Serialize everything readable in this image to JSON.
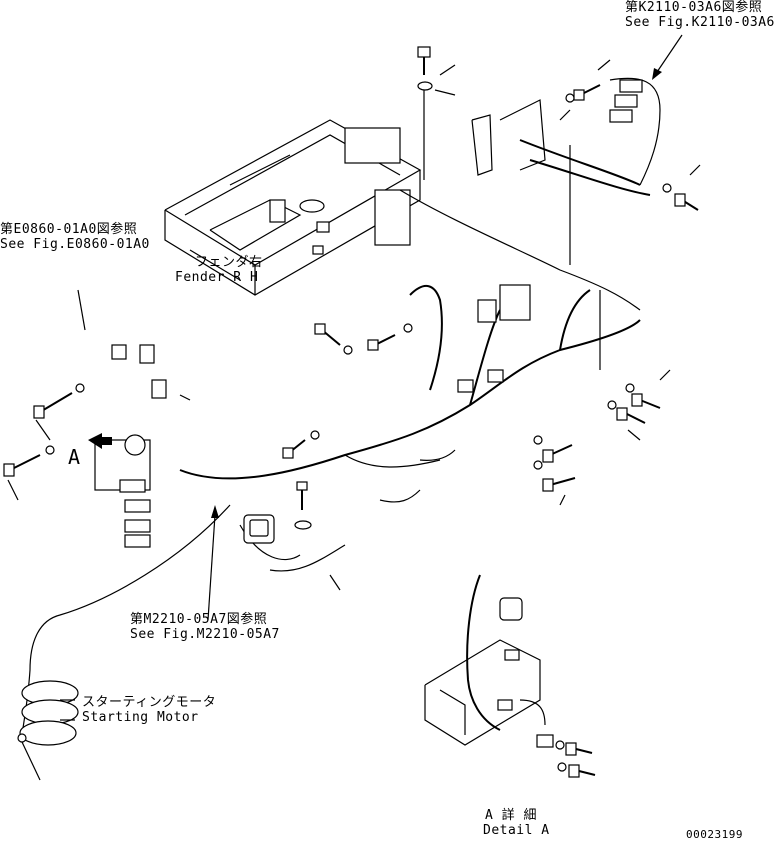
{
  "references": {
    "k2110": {
      "jp": "第K2110-03A6図参照",
      "en": "See Fig.K2110-03A6"
    },
    "e0860": {
      "jp": "第E0860-01A0図参照",
      "en": "See Fig.E0860-01A0"
    },
    "m2210": {
      "jp": "第M2210-05A7図参照",
      "en": "See Fig.M2210-05A7"
    }
  },
  "labels": {
    "fender": {
      "jp": "フェンダ右",
      "en": "Fender R H"
    },
    "starting_motor": {
      "jp": "スターティングモータ",
      "en": "Starting Motor"
    },
    "detail": {
      "jp": "A 詳 細",
      "en": "Detail A"
    },
    "a_marker": "A",
    "drawing_number": "00023199"
  }
}
